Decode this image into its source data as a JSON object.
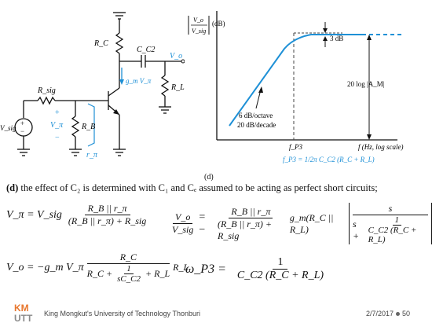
{
  "figure": {
    "label": "(d)",
    "caption_bold": "(d)",
    "caption_rest": " the effect of C₂ is determined with C₁ and Cₑ assumed to be acting as perfect short circuits;"
  },
  "circuit": {
    "labels": {
      "rc": "R_C",
      "cc2": "C_C2",
      "vo": "V_o",
      "gm": "g_m V_π",
      "rl": "R_L",
      "rsig": "R_sig",
      "vpi": "V_π",
      "rb": "R_B",
      "vsig": "V_sig",
      "rpi": "r_π",
      "plus": "+",
      "minus": "−"
    }
  },
  "bode": {
    "ylabel_top": "V_o",
    "ylabel_bot": "V_sig",
    "yunit": "(dB)",
    "label_3db": "3 dB",
    "label_gain": "20 log |A_M|",
    "label_slope1": "6 dB/octave",
    "label_slope2": "20 dB/decade",
    "label_fp3": "f_P3",
    "xlabel": "f (Hz, log scale)",
    "formula": "f_P3 = 1/2π C_C2 (R_C + R_L)"
  },
  "equations": {
    "eq1_lhs": "V_π = V_sig",
    "eq1_num": "R_B || r_π",
    "eq1_den": "(R_B || r_π) + R_sig",
    "eq2_lhs_num": "V_o",
    "eq2_lhs_den": "V_sig",
    "eq2_eq": "= −",
    "eq2_num": "R_B || r_π",
    "eq2_den": "(R_B || r_π) + R_sig",
    "eq2_mid": "g_m(R_C || R_L)",
    "eq2_br_num": "s",
    "eq2_br_den_a": "s +",
    "eq2_br_inner_num": "1",
    "eq2_br_inner_den": "C_C2 (R_C + R_L)",
    "eq3_lhs": "V_o = −g_m V_π",
    "eq3_num": "R_C",
    "eq3_den_a": "R_C +",
    "eq3_den_frac_num": "1",
    "eq3_den_frac_den": "sC_C2",
    "eq3_den_b": "+ R_L",
    "eq3_tail": "R_L",
    "eq4_lhs": "ω_P3 =",
    "eq4_num": "1",
    "eq4_den": "C_C2 (R_C + R_L)"
  },
  "footer": {
    "logo_top": "KM",
    "logo_bot": "UTT",
    "institution": "King Mongkut's University of Technology Thonburi",
    "date": "2/7/2017",
    "page": "50"
  },
  "colors": {
    "accent_blue": "#1e90d6",
    "logo_orange": "#e8772e",
    "logo_gray": "#8a8a8a"
  }
}
